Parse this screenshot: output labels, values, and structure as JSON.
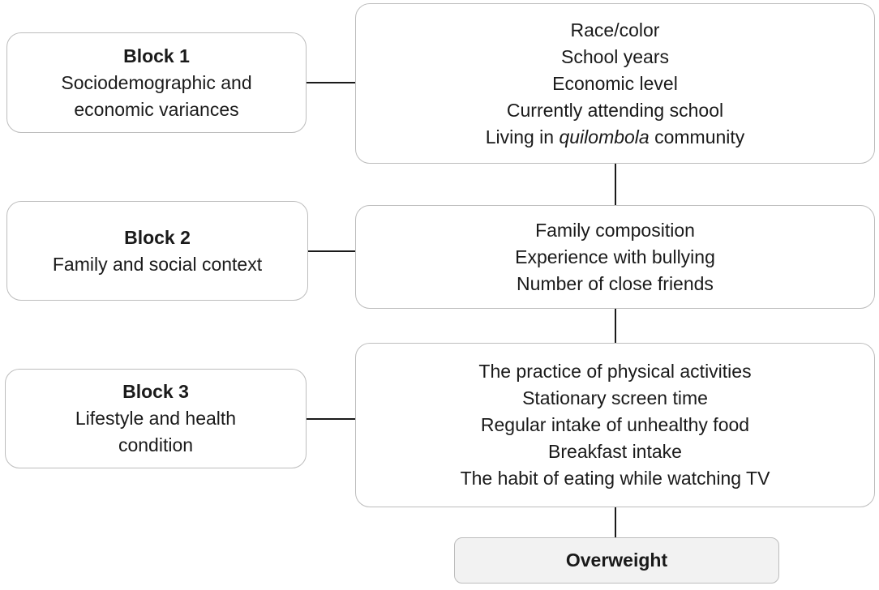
{
  "blocks": [
    {
      "title": "Block 1",
      "description_lines": [
        "Sociodemographic and",
        "economic variances"
      ],
      "variables": [
        {
          "pre": "Race/color",
          "em": "",
          "post": ""
        },
        {
          "pre": "School years",
          "em": "",
          "post": ""
        },
        {
          "pre": "Economic level",
          "em": "",
          "post": ""
        },
        {
          "pre": "Currently attending school",
          "em": "",
          "post": ""
        },
        {
          "pre": "Living in ",
          "em": "quilombola",
          "post": " community"
        }
      ]
    },
    {
      "title": "Block 2",
      "description_lines": [
        "Family and social context"
      ],
      "variables": [
        {
          "pre": "Family composition",
          "em": "",
          "post": ""
        },
        {
          "pre": "Experience with bullying",
          "em": "",
          "post": ""
        },
        {
          "pre": "Number of close friends",
          "em": "",
          "post": ""
        }
      ]
    },
    {
      "title": "Block 3",
      "description_lines": [
        "Lifestyle and health",
        "condition"
      ],
      "variables": [
        {
          "pre": "The practice of physical activities",
          "em": "",
          "post": ""
        },
        {
          "pre": "Stationary screen time",
          "em": "",
          "post": ""
        },
        {
          "pre": "Regular intake of unhealthy food",
          "em": "",
          "post": ""
        },
        {
          "pre": "Breakfast intake",
          "em": "",
          "post": ""
        },
        {
          "pre": "The habit of eating while watching TV",
          "em": "",
          "post": ""
        }
      ]
    }
  ],
  "outcome": {
    "label": "Overweight"
  }
}
